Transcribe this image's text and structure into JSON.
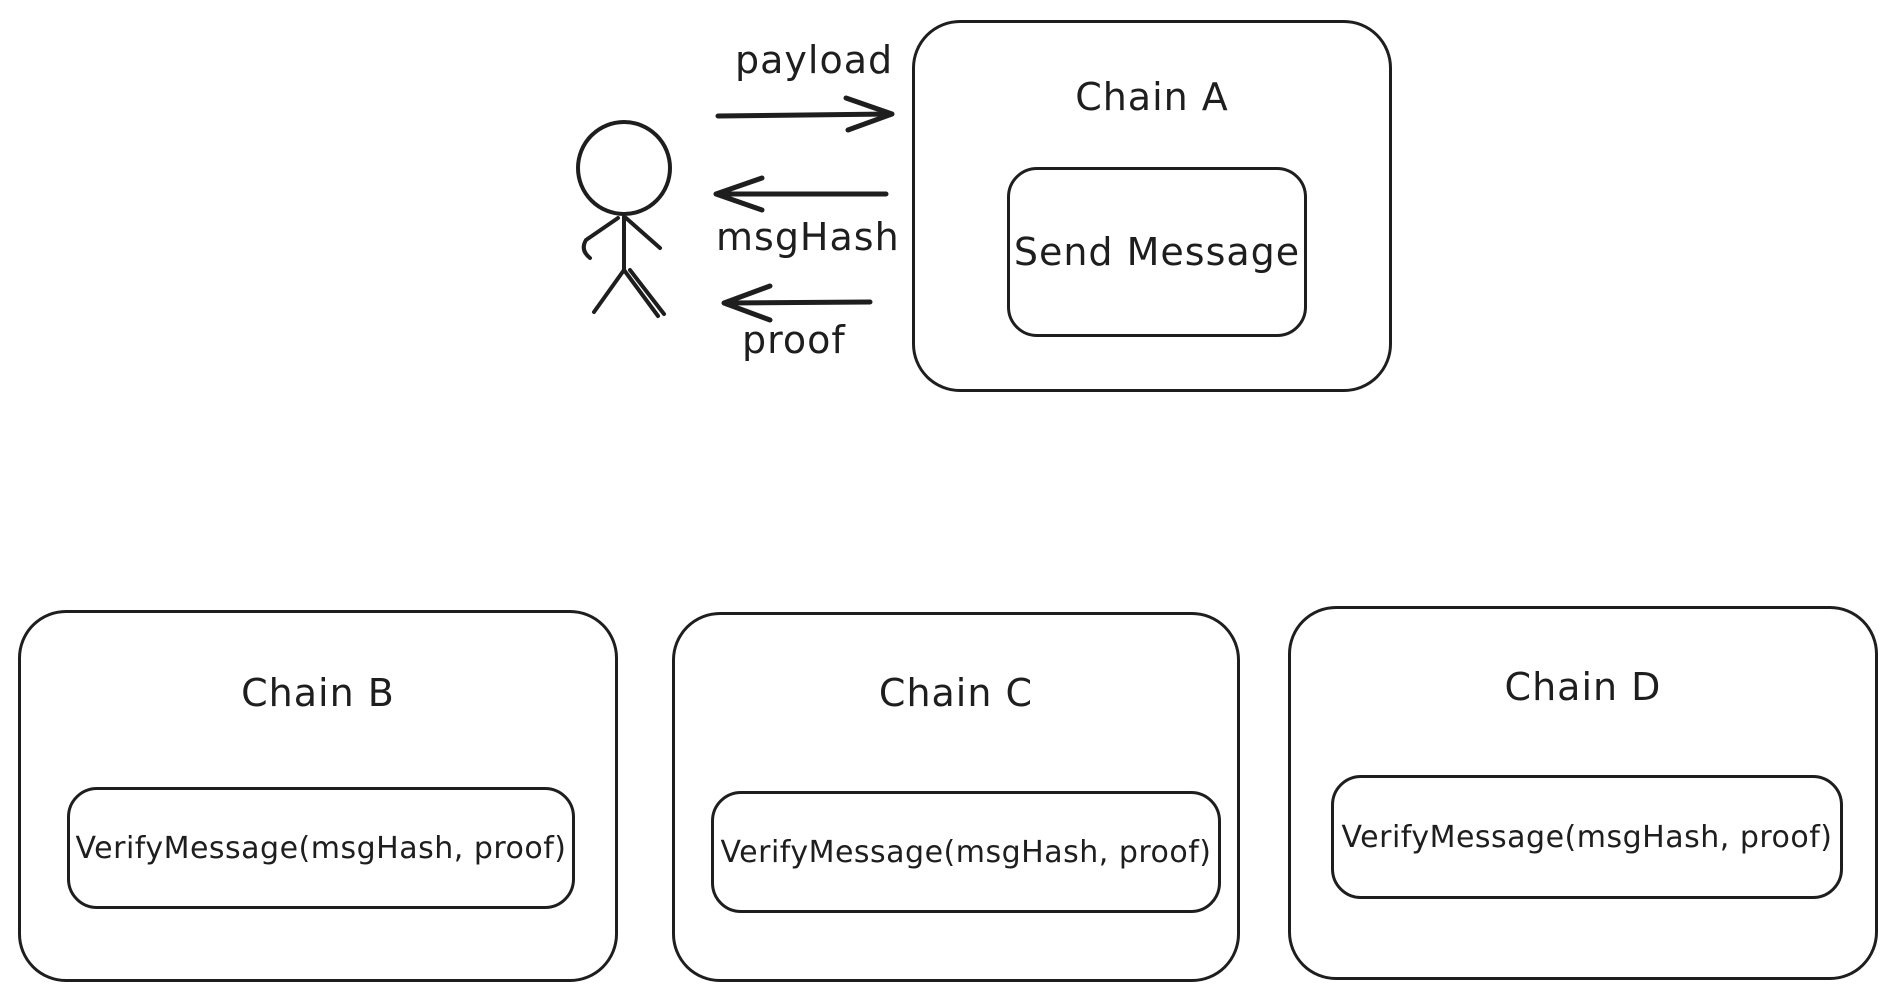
{
  "diagram": {
    "actor": {
      "arrows": {
        "payload": "payload",
        "msg_hash": "msgHash",
        "proof": "proof"
      }
    },
    "chain_a": {
      "title": "Chain A",
      "action": "Send Message"
    },
    "chain_b": {
      "title": "Chain B",
      "action": "VerifyMessage(msgHash, proof)"
    },
    "chain_c": {
      "title": "Chain C",
      "action": "VerifyMessage(msgHash, proof)"
    },
    "chain_d": {
      "title": "Chain D",
      "action": "VerifyMessage(msgHash, proof)"
    }
  }
}
